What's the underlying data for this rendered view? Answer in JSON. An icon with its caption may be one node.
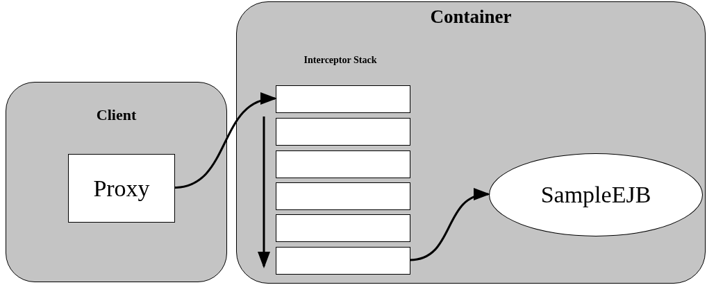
{
  "diagram": {
    "nodes": [
      {
        "text": [
          "Container"
        ]
      },
      {
        "text": [
          "Client"
        ]
      },
      {
        "text": [
          "Proxy"
        ],
        "in": 1
      },
      {
        "text": [],
        "shape": "box",
        "in": 0
      },
      {
        "text": [],
        "shape": "box",
        "in": 0
      },
      {
        "text": [],
        "shape": "box",
        "in": 0
      },
      {
        "text": [],
        "shape": "box",
        "in": 0
      },
      {
        "text": [],
        "shape": "box",
        "in": 0
      },
      {
        "text": [],
        "shape": "box",
        "in": 0
      },
      {
        "text": [
          "SampleEJB"
        ],
        "in": 0
      }
    ],
    "edges": [
      {
        "from": 2,
        "to": 3,
        "arrow": "to"
      },
      {
        "from": 8,
        "to": 9,
        "arrow": "to"
      }
    ],
    "labels": [
      "Interceptor Stack"
    ]
  }
}
